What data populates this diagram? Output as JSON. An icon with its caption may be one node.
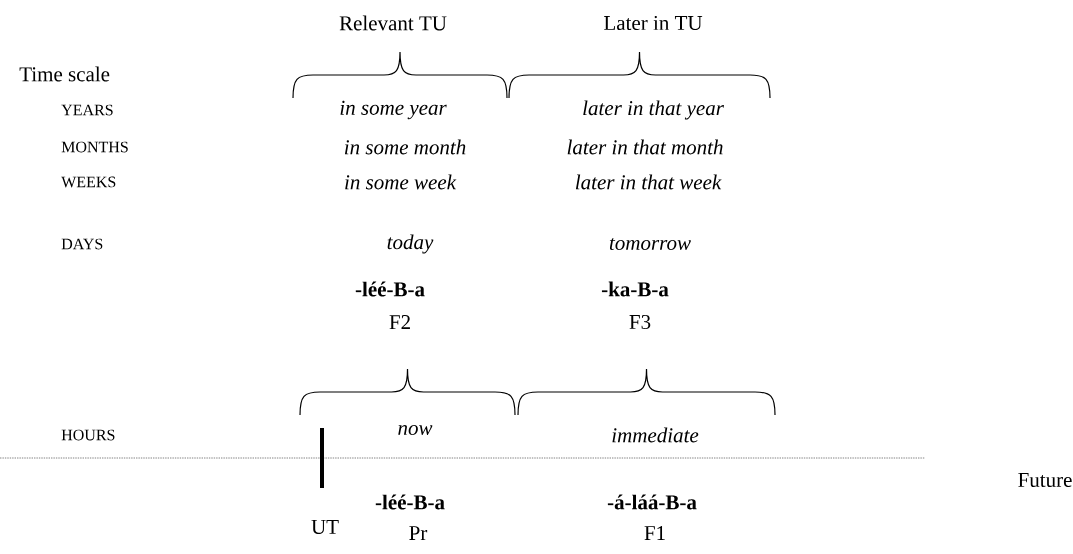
{
  "diagram": {
    "labels": [
      "Relevant TU",
      "Later in TU",
      "Time scale",
      "YEARS",
      "in some year",
      "later in that year",
      "MONTHS",
      "in some month",
      "later in that month",
      "WEEKS",
      "in some week",
      "later in that week",
      "DAYS",
      "today",
      "tomorrow",
      "-léé-B-a",
      "-ka-B-a",
      "F2",
      "F3",
      "HOURS",
      "now",
      "immediate",
      "Future",
      "-léé-B-a",
      "-á-láá-B-a",
      "UT",
      "Pr",
      "F1"
    ]
  }
}
